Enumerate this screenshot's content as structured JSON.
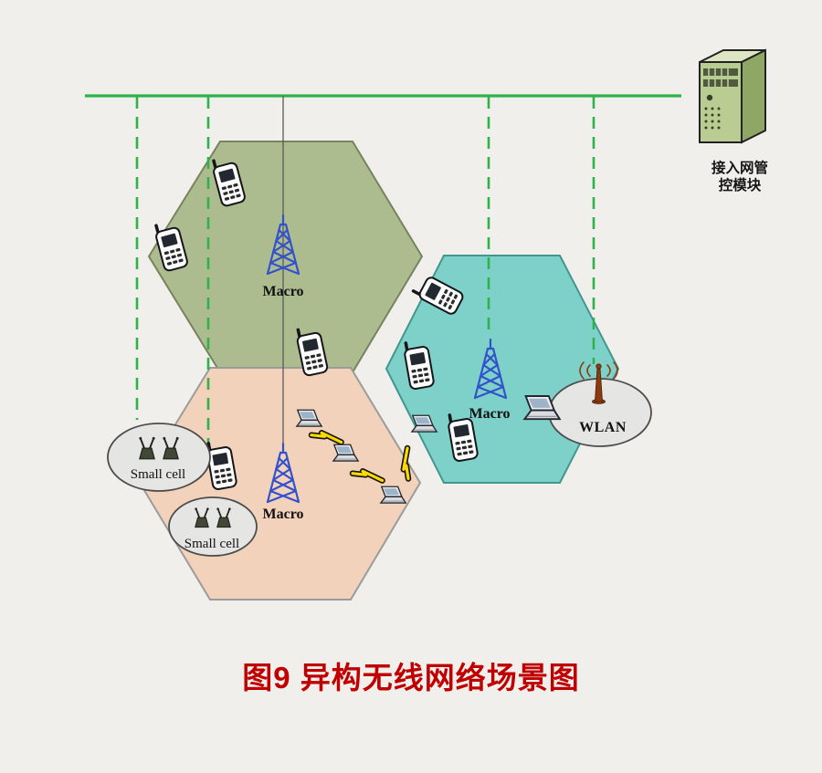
{
  "diagram": {
    "caption": "图9 异构无线网络场景图",
    "labels": {
      "macro": "Macro",
      "small_cell": "Small cell",
      "wlan": "WLAN",
      "server_line1": "接入网管",
      "server_line2": "控模块"
    },
    "colors": {
      "background": "#f0efeb",
      "backhaul": "#2db34a",
      "hex_green": "#adbc8f",
      "hex_green_stroke": "#78825f",
      "hex_teal": "#7ed1c9",
      "hex_teal_stroke": "#41968f",
      "hex_pink": "#f3d2bb",
      "hex_pink_stroke": "#9b9b9b",
      "tower_blue": "#3252cc",
      "caption_red": "#c00000",
      "ellipse_fill": "#e5e5e3",
      "antenna_brown": "#8a3c10",
      "bolt_yellow": "#ffd900"
    },
    "icons": {
      "macro_tower": "lattice-tower-icon",
      "mobile_phone": "mobile-phone-icon",
      "laptop": "laptop-icon",
      "lightning": "lightning-bolt-icon",
      "small_cell_node": "small-cell-antenna-icon",
      "wlan_antenna": "wlan-antenna-icon",
      "server": "server-tower-icon"
    }
  }
}
